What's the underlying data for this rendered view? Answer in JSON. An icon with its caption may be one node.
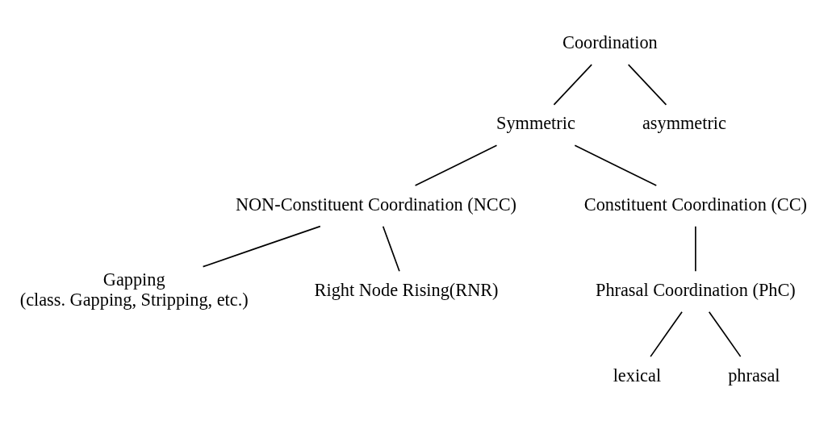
{
  "diagram": {
    "nodes": [
      {
        "text": [
          "Coordination"
        ]
      },
      {
        "text": [
          "Symmetric"
        ]
      },
      {
        "text": [
          "asymmetric"
        ]
      },
      {
        "text": [
          "NON-Constituent Coordination (NCC)"
        ]
      },
      {
        "text": [
          "Constituent Coordination (CC)"
        ]
      },
      {
        "text": [
          "Phrasal Coordination (PhC)"
        ]
      },
      {
        "text": [
          "Gapping",
          "(class. Gapping, Stripping, etc.)"
        ]
      },
      {
        "text": [
          "Right Node Rising(RNR)"
        ]
      },
      {
        "text": [
          "lexical"
        ]
      },
      {
        "text": [
          "phrasal"
        ]
      }
    ],
    "edges": [
      {
        "from": 0,
        "to": 1,
        "arrow": "none"
      },
      {
        "from": 0,
        "to": 2,
        "arrow": "none"
      },
      {
        "from": 1,
        "to": 3,
        "arrow": "none"
      },
      {
        "from": 1,
        "to": 4,
        "arrow": "none"
      },
      {
        "from": 3,
        "to": 6,
        "arrow": "none"
      },
      {
        "from": 3,
        "to": 7,
        "arrow": "none"
      },
      {
        "from": 4,
        "to": 5,
        "arrow": "none"
      },
      {
        "from": 5,
        "to": 8,
        "arrow": "none"
      },
      {
        "from": 5,
        "to": 9,
        "arrow": "none"
      }
    ]
  }
}
